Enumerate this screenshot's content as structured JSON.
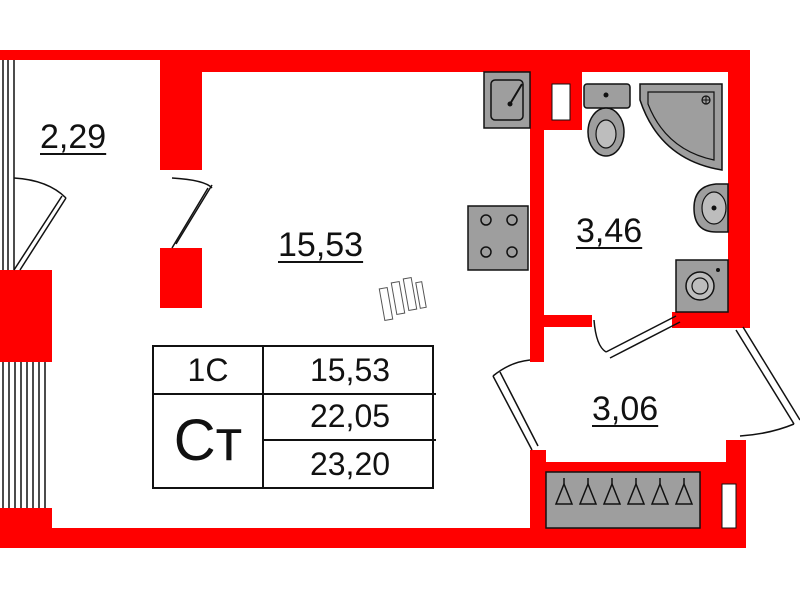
{
  "rooms": {
    "corridor_area": "2,29",
    "main_room_area": "15,53",
    "bathroom_area": "3,46",
    "hallway_area": "3,06"
  },
  "legend": {
    "rooms_code": "1С",
    "type_code": "Ст",
    "living_area": "15,53",
    "total_area": "22,05",
    "total_area_with_balcony": "23,20"
  },
  "colors": {
    "wall": "#ff0000",
    "fixture_fill": "#9e9e9e",
    "outline": "#111111"
  },
  "icons": [
    "sink-icon",
    "toilet-icon",
    "shower-icon",
    "washbasin-icon",
    "washing-machine-icon",
    "stove-icon",
    "wardrobe-hangers-icon",
    "fridge-icon"
  ]
}
